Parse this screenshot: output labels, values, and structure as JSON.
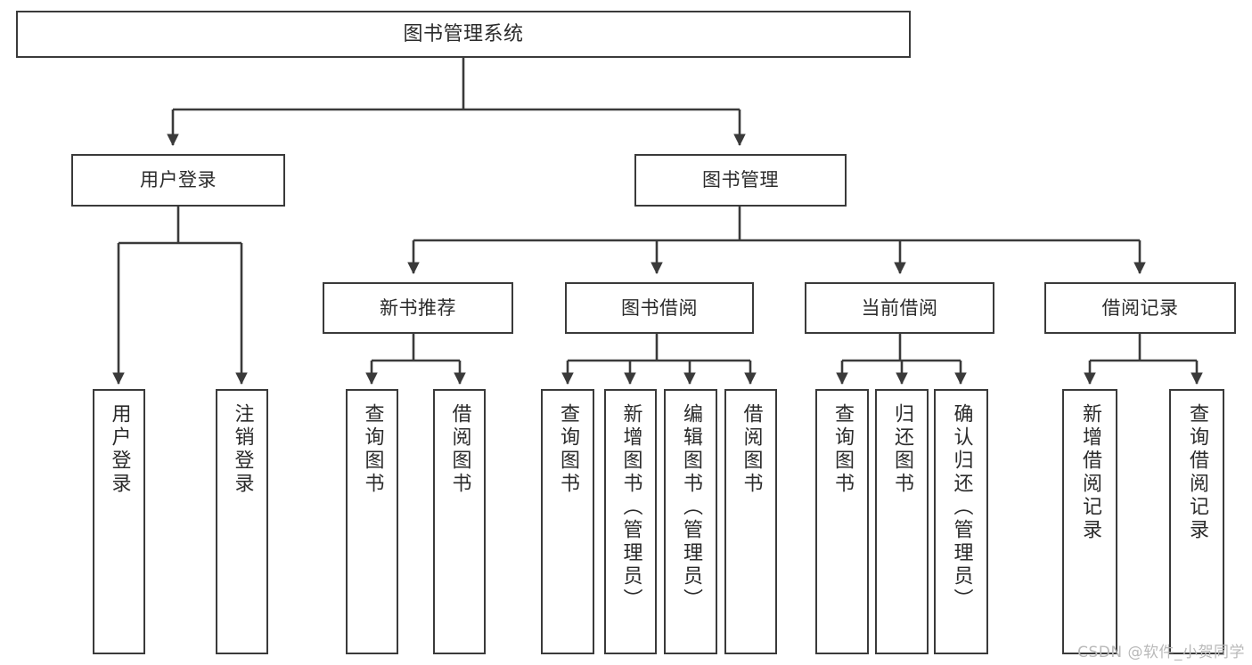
{
  "diagram": {
    "title": "图书管理系统",
    "type": "functional-structure-tree",
    "root": {
      "label": "图书管理系统"
    },
    "level2": [
      {
        "id": "user-login",
        "label": "用户登录"
      },
      {
        "id": "book-manage",
        "label": "图书管理"
      }
    ],
    "level3": [
      {
        "id": "new-book-recommend",
        "label": "新书推荐",
        "parent": "book-manage"
      },
      {
        "id": "book-borrow",
        "label": "图书借阅",
        "parent": "book-manage"
      },
      {
        "id": "current-borrow",
        "label": "当前借阅",
        "parent": "book-manage"
      },
      {
        "id": "borrow-record",
        "label": "借阅记录",
        "parent": "book-manage"
      }
    ],
    "leaves": [
      {
        "id": "leaf-user-login",
        "label": "用户登录",
        "parent": "user-login"
      },
      {
        "id": "leaf-logout-login",
        "label": "注销登录",
        "parent": "user-login"
      },
      {
        "id": "leaf-query-book-1",
        "label": "查询图书",
        "parent": "new-book-recommend"
      },
      {
        "id": "leaf-borrow-book-1",
        "label": "借阅图书",
        "parent": "new-book-recommend"
      },
      {
        "id": "leaf-query-book-2",
        "label": "查询图书",
        "parent": "book-borrow"
      },
      {
        "id": "leaf-add-book",
        "label": "新增图书（管理员）",
        "parent": "book-borrow"
      },
      {
        "id": "leaf-edit-book",
        "label": "编辑图书（管理员）",
        "parent": "book-borrow"
      },
      {
        "id": "leaf-borrow-book-2",
        "label": "借阅图书",
        "parent": "book-borrow"
      },
      {
        "id": "leaf-query-book-3",
        "label": "查询图书",
        "parent": "current-borrow"
      },
      {
        "id": "leaf-return-book",
        "label": "归还图书",
        "parent": "current-borrow"
      },
      {
        "id": "leaf-confirm-return",
        "label": "确认归还（管理员）",
        "parent": "current-borrow"
      },
      {
        "id": "leaf-add-record",
        "label": "新增借阅记录",
        "parent": "borrow-record"
      },
      {
        "id": "leaf-query-record",
        "label": "查询借阅记录",
        "parent": "borrow-record"
      }
    ],
    "colors": {
      "stroke": "#3a3a3a",
      "fill": "#ffffff",
      "text": "#2b2b2b",
      "watermark": "#b9b9b9"
    }
  },
  "watermark": {
    "text": "CSDN @软件_小贺同学"
  }
}
